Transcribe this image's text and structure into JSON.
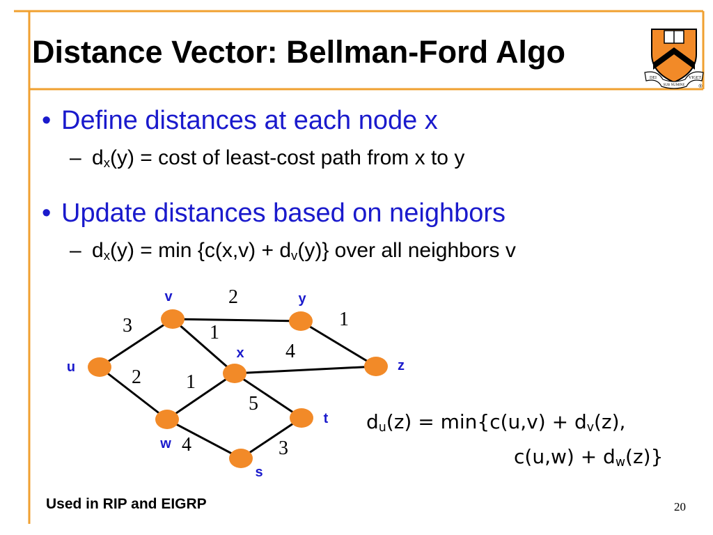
{
  "slide": {
    "title": "Distance Vector: Bellman-Ford Algo",
    "bullets": [
      {
        "text": "Define distances at each node x",
        "sub": {
          "prefix": "d",
          "subscript": "x",
          "rest": "(y) = cost of least-cost path from x to y"
        }
      },
      {
        "text": "Update distances based on neighbors",
        "sub": {
          "prefix": "d",
          "subscript": "x",
          "mid": "(y) = min {c(x,v) + d",
          "subscript2": "v",
          "rest": "(y)} over all neighbors v"
        }
      }
    ],
    "formula": {
      "line1": {
        "prefix": "d",
        "sub1": "u",
        "mid": "(z) = min{c(u,v) + d",
        "sub2": "v",
        "rest": "(z),"
      },
      "line2": {
        "prefix": "c(u,w) + d",
        "sub1": "w",
        "rest": "(z)}"
      }
    },
    "footer": "Used in RIP and EIGRP",
    "page_number": "20"
  },
  "crest": {
    "motto_left": "DEI",
    "motto_mid": "SUB NUMINE",
    "motto_right": "VIGET",
    "registered": "®"
  },
  "graph": {
    "nodes": [
      {
        "id": "u",
        "label": "u"
      },
      {
        "id": "v",
        "label": "v"
      },
      {
        "id": "y",
        "label": "y"
      },
      {
        "id": "x",
        "label": "x"
      },
      {
        "id": "z",
        "label": "z"
      },
      {
        "id": "w",
        "label": "w"
      },
      {
        "id": "t",
        "label": "t"
      },
      {
        "id": "s",
        "label": "s"
      }
    ],
    "edges": [
      {
        "from": "u",
        "to": "v",
        "weight": "3"
      },
      {
        "from": "v",
        "to": "y",
        "weight": "2"
      },
      {
        "from": "v",
        "to": "x",
        "weight": "1"
      },
      {
        "from": "y",
        "to": "z",
        "weight": "1"
      },
      {
        "from": "x",
        "to": "z",
        "weight": "4"
      },
      {
        "from": "u",
        "to": "w",
        "weight": "2"
      },
      {
        "from": "w",
        "to": "x",
        "weight": "1"
      },
      {
        "from": "x",
        "to": "t",
        "weight": "5"
      },
      {
        "from": "w",
        "to": "s",
        "weight": "4"
      },
      {
        "from": "s",
        "to": "t",
        "weight": "3"
      }
    ]
  },
  "colors": {
    "frame": "#f0a030",
    "node_fill": "#f28a28",
    "node_label": "#1a1acc",
    "bullet_text": "#1a1acc",
    "crest_orange": "#f28a28",
    "crest_black": "#000000"
  }
}
